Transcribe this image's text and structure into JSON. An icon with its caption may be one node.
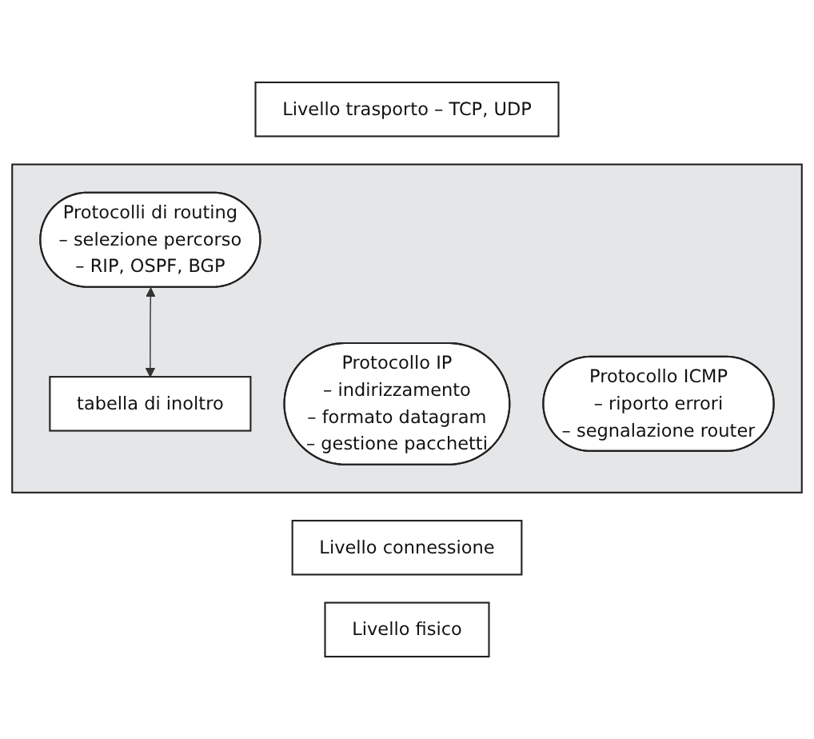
{
  "diagram": {
    "nodes": [
      {
        "text": [
          "Livello trasporto – TCP, UDP"
        ]
      },
      {
        "text": [],
        "shape": "box"
      },
      {
        "text": [
          "Protocolli di routing",
          "– selezione percorso",
          "– RIP, OSPF, BGP"
        ],
        "in": 1
      },
      {
        "text": [
          "Protocollo IP",
          "– indirizzamento",
          "– formato datagram",
          "– gestione pacchetti"
        ],
        "in": 1
      },
      {
        "text": [
          "tabella di inoltro"
        ],
        "in": 1
      },
      {
        "text": [
          "Protocollo ICMP",
          "– riporto errori",
          "– segnalazione router"
        ],
        "in": 1
      },
      {
        "text": [
          "Livello connessione"
        ]
      },
      {
        "text": [
          "Livello fisico"
        ]
      }
    ],
    "edges": [
      {
        "from": 2,
        "to": 4,
        "arrow": "both"
      }
    ]
  }
}
